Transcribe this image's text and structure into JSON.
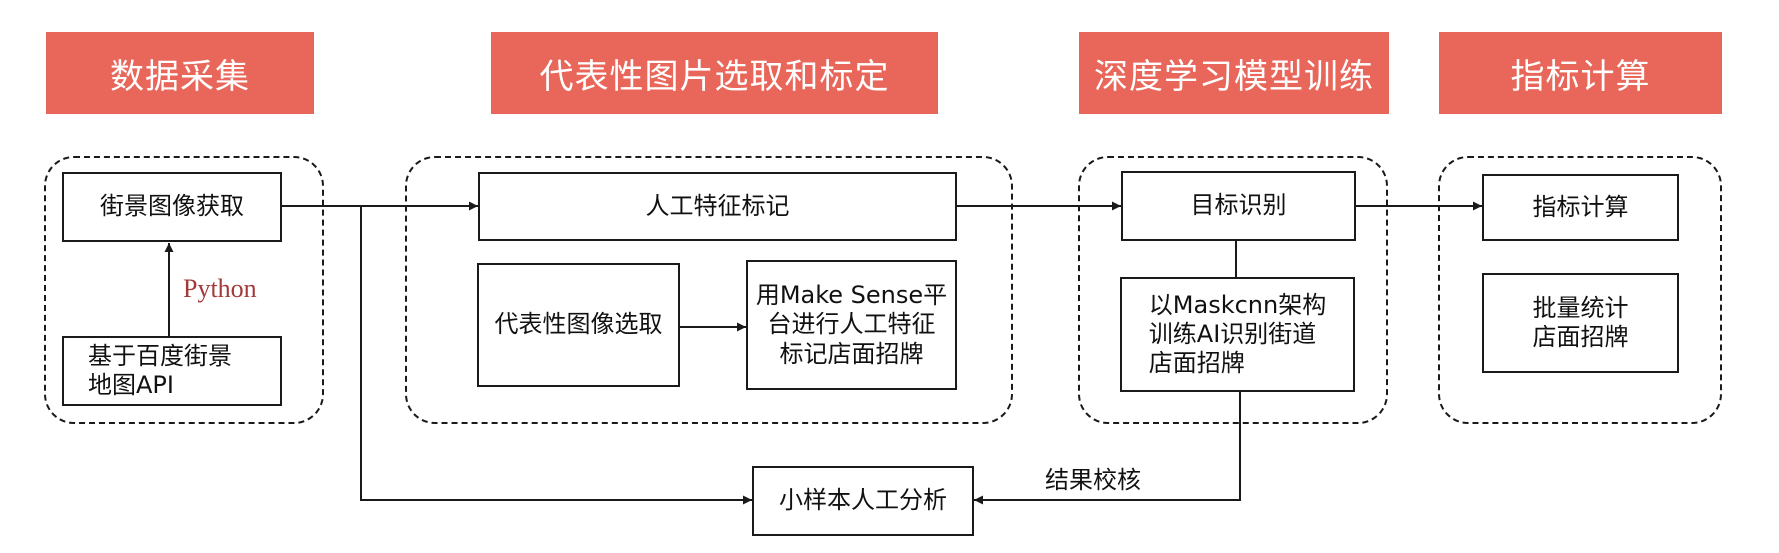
{
  "stage_headers": [
    "数据采集",
    "代表性图片选取和标定",
    "深度学习模型训练",
    "指标计算"
  ],
  "boxes": {
    "street_view": "街景图像获取",
    "baidu_api": "基于百度街景\n地图API",
    "manual_feature": "人工特征标记",
    "rep_select": "代表性图像选取",
    "make_sense": "用Make Sense平\n台进行人工特征\n标记店面招牌",
    "target_recog": "目标识别",
    "maskrcnn": "以Maskcnn架构\n训练AI识别街道\n店面招牌",
    "indicator_calc": "指标计算",
    "batch_stat": "批量统计\n店面招牌",
    "small_sample": "小样本人工分析"
  },
  "edge_labels": {
    "python": "Python",
    "result_check": "结果校核"
  },
  "colors": {
    "header_bg": "#E8675A",
    "header_text": "#FFFFFF",
    "python_label": "#A33A3A",
    "line": "#1A1A1A"
  }
}
